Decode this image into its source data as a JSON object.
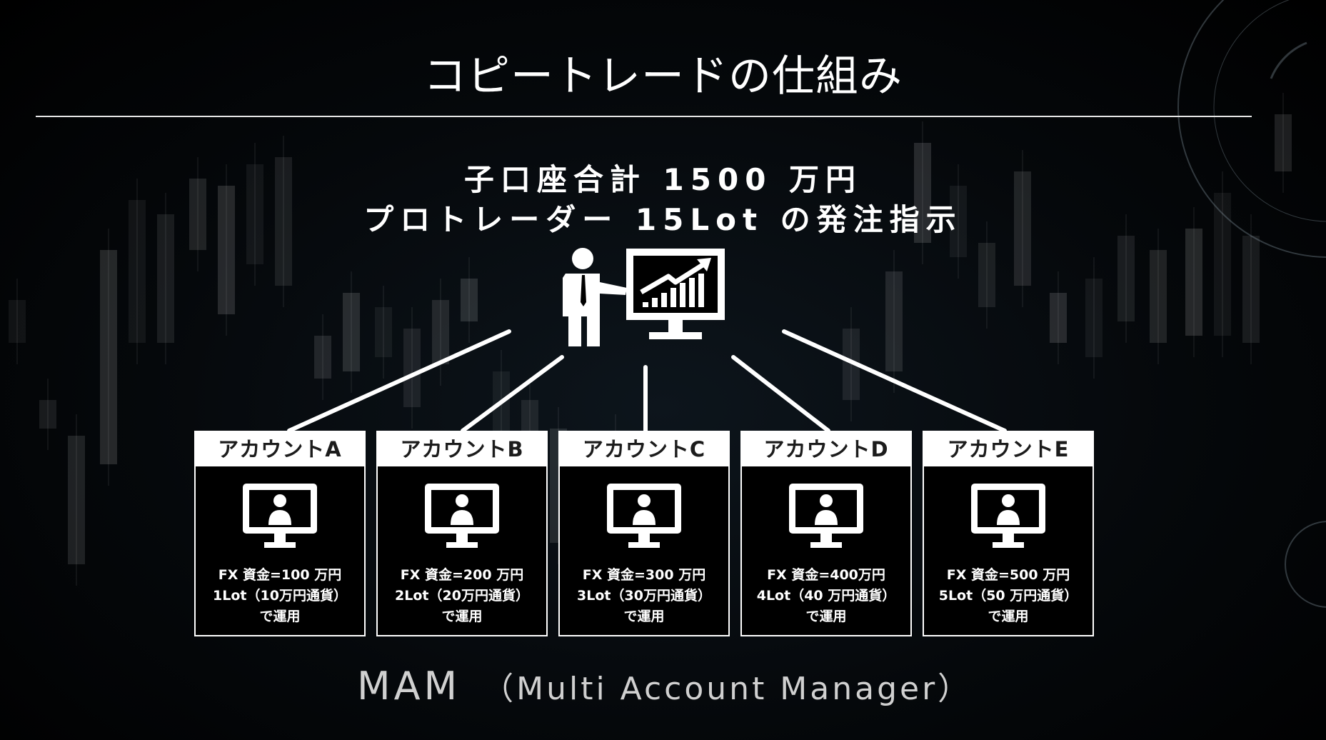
{
  "title": "コピートレードの仕組み",
  "headline": {
    "line1": "子口座合計 1500 万円",
    "line2": "プロトレーダー 15Lot の発注指示"
  },
  "pro_icon": "presenter-with-rising-chart-monitor-icon",
  "account_icon": "user-monitor-icon",
  "accounts": [
    {
      "name": "アカウントA",
      "funds": "FX 資金=100 万円",
      "lot": "1Lot（10万円通貨）",
      "note": "で運用"
    },
    {
      "name": "アカウントB",
      "funds": "FX 資金=200 万円",
      "lot": "2Lot（20万円通貨）",
      "note": "で運用"
    },
    {
      "name": "アカウントC",
      "funds": "FX 資金=300 万円",
      "lot": "3Lot（30万円通貨）",
      "note": "で運用"
    },
    {
      "name": "アカウントD",
      "funds": "FX 資金=400万円",
      "lot": "4Lot（40 万円通貨）",
      "note": "で運用"
    },
    {
      "name": "アカウントE",
      "funds": "FX 資金=500 万円",
      "lot": "5Lot（50 万円通貨）",
      "note": "で運用"
    }
  ],
  "footer": {
    "main": "MAM",
    "sub": "（Multi Account Manager）"
  },
  "colors": {
    "background": "#000000",
    "foreground": "#ffffff",
    "header_text": "#1c1c1c"
  }
}
